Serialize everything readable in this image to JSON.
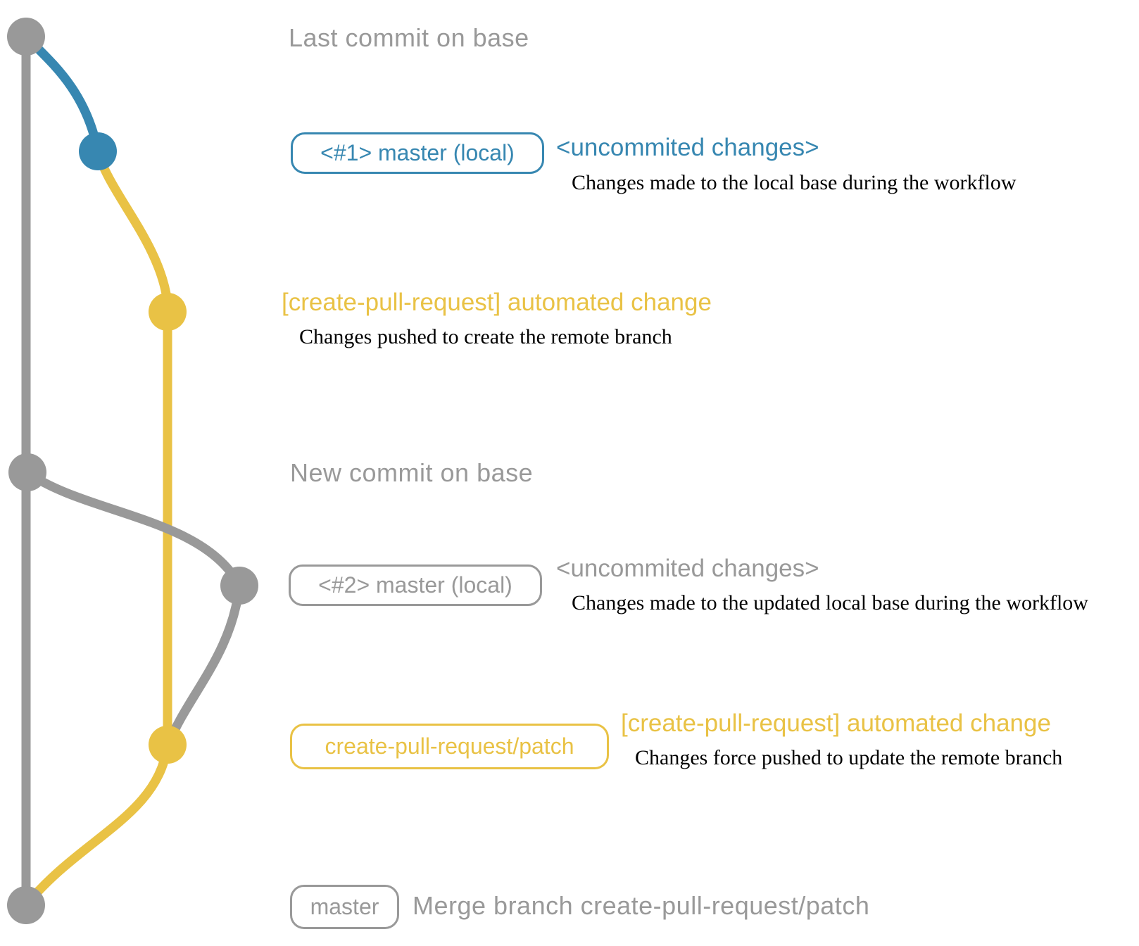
{
  "colors": {
    "gray": "#999999",
    "blue": "#3787b1",
    "yellow": "#e9c245",
    "black": "#000000"
  },
  "rows": {
    "last_commit": {
      "title": "Last commit on base"
    },
    "row1": {
      "badge": "<#1> master (local)",
      "note": "<uncommited changes>",
      "desc": "Changes made to the local base during the workflow"
    },
    "row2": {
      "note": "[create-pull-request] automated change",
      "desc": "Changes pushed to create the remote branch"
    },
    "new_commit": {
      "title": "New commit on base"
    },
    "row3": {
      "badge": "<#2> master (local)",
      "note": "<uncommited changes>",
      "desc": "Changes made to the updated local base during the workflow"
    },
    "row4": {
      "badge": "create-pull-request/patch",
      "note": "[create-pull-request] automated change",
      "desc": "Changes force pushed to update the remote branch"
    },
    "row5": {
      "badge": "master",
      "note": "Merge branch create-pull-request/patch"
    }
  }
}
